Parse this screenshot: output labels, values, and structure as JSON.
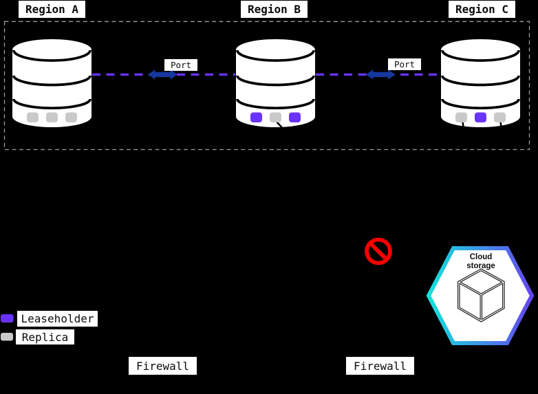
{
  "colors": {
    "background": "#000000",
    "leaseholder_purple": "#6933ff",
    "replica_gray": "#c9c9c9",
    "link_purple": "#6933ff",
    "arrow_blue": "#15389e",
    "prohibited_red": "#f80000",
    "hex_gradient_start": "#14e1dc",
    "hex_gradient_end": "#6546f0",
    "boundary_gray": "#9c9c9c"
  },
  "cluster": {
    "regions": [
      {
        "label": "Region A",
        "slots": [
          {
            "role": "replica",
            "color": "#c9c9c9"
          },
          {
            "role": "replica",
            "color": "#c9c9c9"
          },
          {
            "role": "replica",
            "color": "#c9c9c9"
          }
        ]
      },
      {
        "label": "Region B",
        "slots": [
          {
            "role": "leaseholder",
            "color": "#6933ff"
          },
          {
            "role": "replica",
            "color": "#c9c9c9"
          },
          {
            "role": "leaseholder",
            "color": "#6933ff"
          }
        ]
      },
      {
        "label": "Region C",
        "slots": [
          {
            "role": "replica",
            "color": "#c9c9c9"
          },
          {
            "role": "leaseholder",
            "color": "#6933ff"
          },
          {
            "role": "replica",
            "color": "#c9c9c9"
          }
        ]
      }
    ],
    "connections": [
      {
        "label": "Port"
      },
      {
        "label": "Port"
      }
    ]
  },
  "legend": {
    "items": [
      {
        "label": "Leaseholder",
        "color": "#6933ff"
      },
      {
        "label": "Replica",
        "color": "#c9c9c9"
      }
    ]
  },
  "firewalls": [
    {
      "label": "Firewall"
    },
    {
      "label": "Firewall"
    }
  ],
  "cloud_storage": {
    "name_lines": [
      "Cloud",
      "storage"
    ]
  }
}
